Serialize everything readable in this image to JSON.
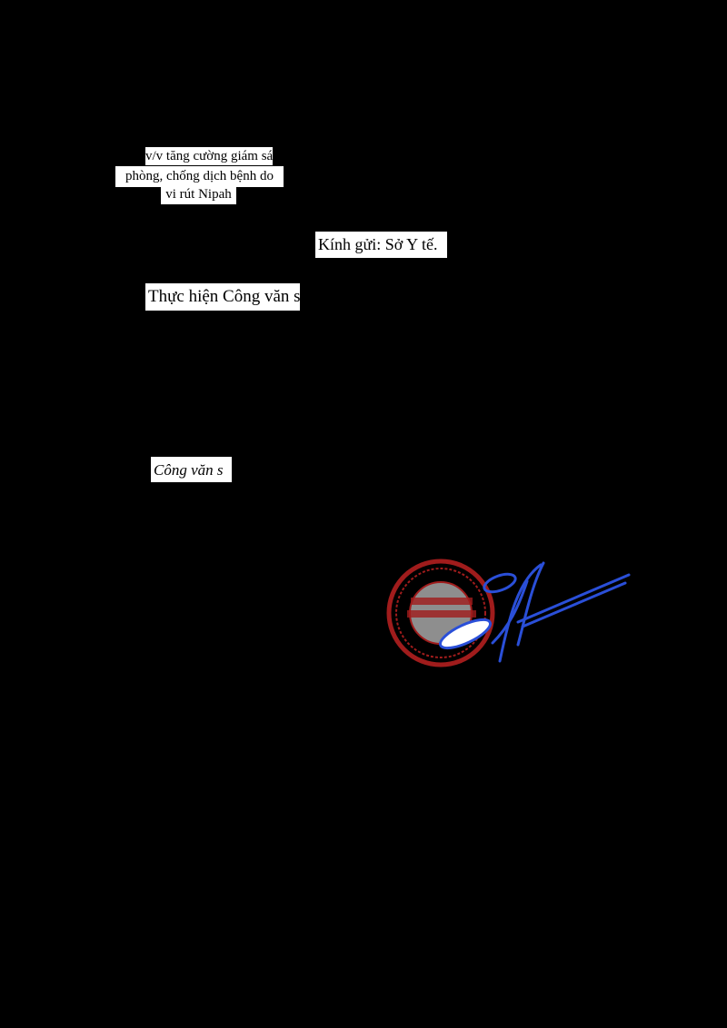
{
  "header": {
    "subject_lines": [
      "v/v tăng cường giám sát",
      "phòng, chống dịch bệnh do",
      "vi rút Nipah"
    ]
  },
  "greeting": "Kính gửi: Sở Y tế.",
  "body": {
    "opening": "Thực hiện Công văn s"
  },
  "reference": "Công văn s",
  "seal": {
    "stamp_color": "#a01c1c",
    "signature_color": "#2a4fd8"
  }
}
